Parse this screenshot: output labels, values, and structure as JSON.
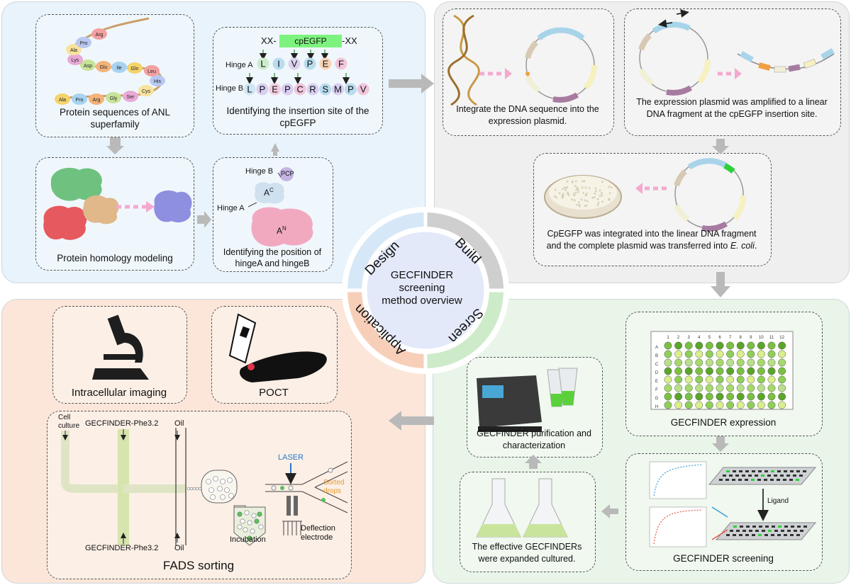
{
  "colors": {
    "design_bg": "#e8f3fb",
    "build_bg": "#efefef",
    "screen_bg": "#e9f5e8",
    "application_bg": "#fbe6d9",
    "arrow_pink": "#f5a9cf",
    "arrow_grey": "#b9b9b9",
    "center_fill": "#e3e9f9"
  },
  "center": {
    "title_lines": [
      "GECFINDER",
      "screening",
      "method overview"
    ],
    "segments": {
      "design": "Design",
      "build": "Build",
      "screen": "Screen",
      "application": "Application"
    }
  },
  "design": {
    "protein_seq": {
      "caption": "Protein sequences of ANL superfamily",
      "residues": [
        "Ala",
        "Pro",
        "Arg",
        "Gly",
        "Ser",
        "Cys",
        "His",
        "Leu",
        "Gln",
        "Ile",
        "Glu",
        "Asp",
        "Lys",
        "Ala",
        "Pro",
        "Arg"
      ]
    },
    "insertion": {
      "prefix": "XX-",
      "insert_label": "cpEGFP",
      "suffix": "-XX",
      "hinge_a_label": "Hinge A",
      "hinge_a": [
        "L",
        "I",
        "V",
        "P",
        "E",
        "F"
      ],
      "hinge_b_label": "Hinge B",
      "hinge_b": [
        "L",
        "P",
        "E",
        "P",
        "C",
        "R",
        "S",
        "M",
        "P",
        "V"
      ],
      "caption": "Identifying the insertion site of the cpEGFP"
    },
    "homology": {
      "caption": "Protein homology modeling"
    },
    "hinge_position": {
      "hinge_b_label": "Hinge B",
      "hinge_a_label": "Hinge A",
      "pcp": "PCP",
      "ac": "A",
      "ac_sup": "C",
      "an": "A",
      "an_sup": "N",
      "caption": "Identifying the position of hingeA and hingeB"
    }
  },
  "build": {
    "integrate": {
      "caption": "Integrate the DNA sequence into the expression plasmid."
    },
    "amplify": {
      "caption": "The expression plasmid was amplified to a linear DNA fragment at the cpEGFP insertion site."
    },
    "transfer": {
      "caption_pre": "CpEGFP was integrated into the linear DNA fragment and the complete plasmid was transferred into ",
      "caption_em": "E. coli",
      "caption_post": "."
    }
  },
  "screen": {
    "expression": {
      "caption": "GECFINDER expression",
      "cols": [
        "1",
        "2",
        "3",
        "4",
        "5",
        "6",
        "7",
        "8",
        "9",
        "10",
        "11",
        "12"
      ],
      "rows": [
        "A",
        "B",
        "C",
        "D",
        "E",
        "F",
        "G",
        "H"
      ]
    },
    "screening": {
      "caption": "GECFINDER screening",
      "ligand": "Ligand"
    },
    "purification": {
      "caption": "GECFINDER purification and characterization"
    },
    "expanded": {
      "caption": "The effective GECFINDERs were expanded cultured."
    }
  },
  "application": {
    "imaging": {
      "caption": "Intracellular imaging"
    },
    "poct": {
      "caption": "POCT"
    },
    "fads": {
      "caption": "FADS sorting",
      "cell_culture": "Cell culture",
      "top_reagent": "GECFINDER-Phe3.2",
      "bottom_reagent": "GECFINDER-Phe3.2",
      "oil_top": "Oil",
      "oil_bottom": "Oil",
      "incubation": "Incubation",
      "laser": "LASER",
      "sorted": "Sorted drops",
      "deflection": "Deflection electrode"
    }
  }
}
